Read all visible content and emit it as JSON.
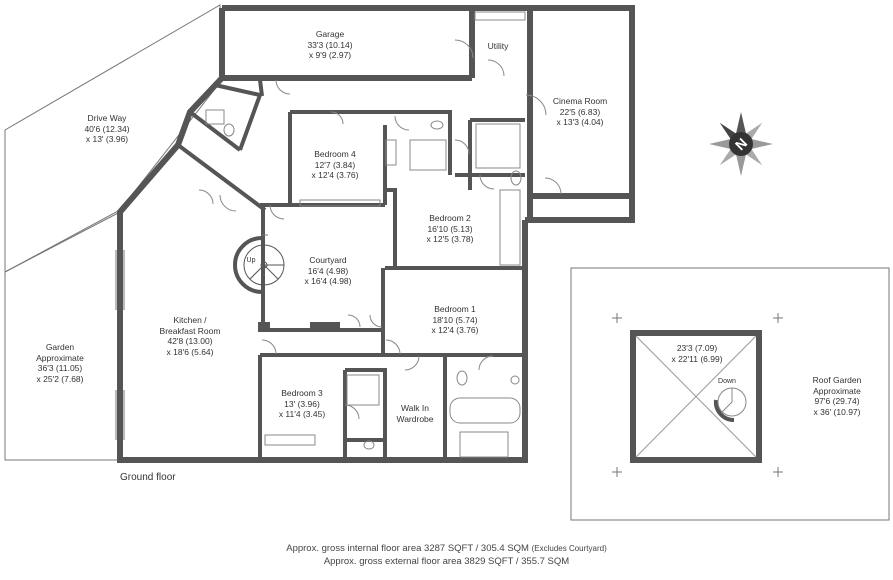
{
  "rooms": {
    "garage": {
      "name": "Garage",
      "dims1": "33'3 (10.14)",
      "dims2": "x 9'9 (2.97)"
    },
    "utility": {
      "name": "Utility"
    },
    "cinema": {
      "name": "Cinema Room",
      "dims1": "22'5 (6.83)",
      "dims2": "x 13'3 (4.04)"
    },
    "driveway": {
      "name": "Drive Way",
      "dims1": "40'6 (12.34)",
      "dims2": "x 13' (3.96)"
    },
    "bedroom4": {
      "name": "Bedroom 4",
      "dims1": "12'7 (3.84)",
      "dims2": "x 12'4 (3.76)"
    },
    "bedroom2": {
      "name": "Bedroom 2",
      "dims1": "16'10 (5.13)",
      "dims2": "x 12'5 (3.78)"
    },
    "courtyard": {
      "name": "Courtyard",
      "dims1": "16'4 (4.98)",
      "dims2": "x 16'4 (4.98)"
    },
    "kitchen": {
      "name": "Kitchen /",
      "name2": "Breakfast Room",
      "dims1": "42'8 (13.00)",
      "dims2": "x 18'6 (5.64)"
    },
    "bedroom1": {
      "name": "Bedroom 1",
      "dims1": "18'10 (5.74)",
      "dims2": "x 12'4 (3.76)"
    },
    "garden": {
      "name": "Garden",
      "name2": "Approximate",
      "dims1": "36'3 (11.05)",
      "dims2": "x 25'2 (7.68)"
    },
    "bedroom3": {
      "name": "Bedroom 3",
      "dims1": "13' (3.96)",
      "dims2": "x 11'4 (3.45)"
    },
    "walkin": {
      "name": "Walk In",
      "name2": "Wardrobe"
    },
    "roof_inner": {
      "dims1": "23'3 (7.09)",
      "dims2": "x 22'11 (6.99)"
    },
    "roof_garden": {
      "name": "Roof Garden",
      "name2": "Approximate",
      "dims1": "97'6 (29.74)",
      "dims2": "x 36' (10.97)"
    }
  },
  "stairs": {
    "up": "Up",
    "down": "Down"
  },
  "compass": {
    "letter": "N"
  },
  "floor_label": "Ground floor",
  "areas": {
    "internal": "Approx. gross internal floor area 3287 SQFT / 305.4 SQM",
    "internal_note": "(Excludes Courtyard)",
    "external": "Approx. gross external floor area 3829 SQFT / 355.7 SQM"
  },
  "colors": {
    "wall": "#555555",
    "line": "#777777"
  }
}
